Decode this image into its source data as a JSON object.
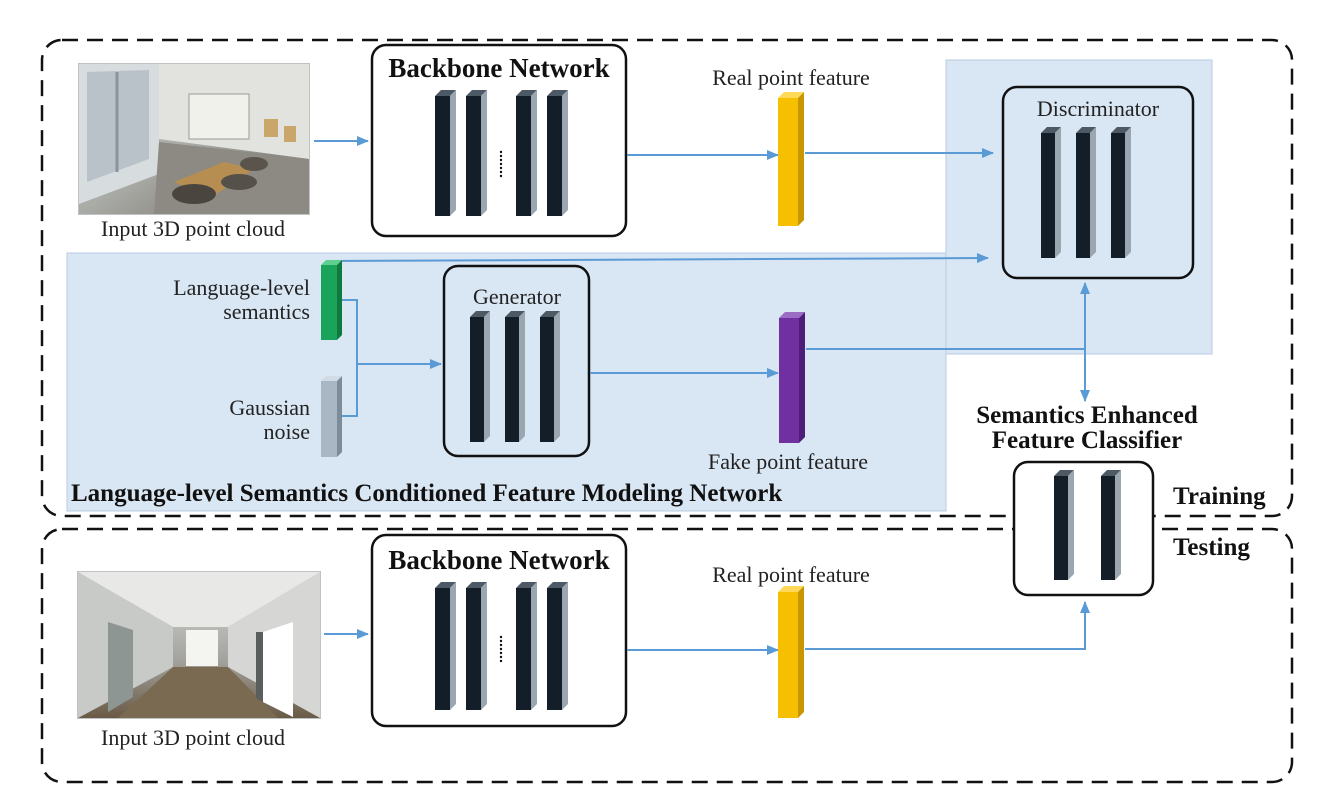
{
  "training": {
    "input_label": "Input 3D point cloud",
    "backbone_title": "Backbone Network",
    "real_feature_label": "Real point feature",
    "discriminator_title": "Discriminator",
    "language_semantics_label": [
      "Language-level",
      "semantics"
    ],
    "gaussian_noise_label": [
      "Gaussian",
      "noise"
    ],
    "generator_title": "Generator",
    "fake_feature_label": "Fake point feature",
    "modeling_network_title": "Language-level Semantics Conditioned Feature Modeling Network",
    "classifier_title": [
      "Semantics Enhanced",
      "Feature Classifier"
    ],
    "stage_label": "Training"
  },
  "testing": {
    "input_label": "Input 3D point cloud",
    "backbone_title": "Backbone Network",
    "real_feature_label": "Real point feature",
    "stage_label": "Testing"
  },
  "colors": {
    "arrow": "#5b9bd5",
    "region_fill": "#d9e6f3",
    "real_feature": "#f6c000",
    "fake_feature": "#7030a0",
    "language_semantics": "#1aa35a",
    "gaussian_noise": "#a9b7c4",
    "layer": "#141e28"
  }
}
